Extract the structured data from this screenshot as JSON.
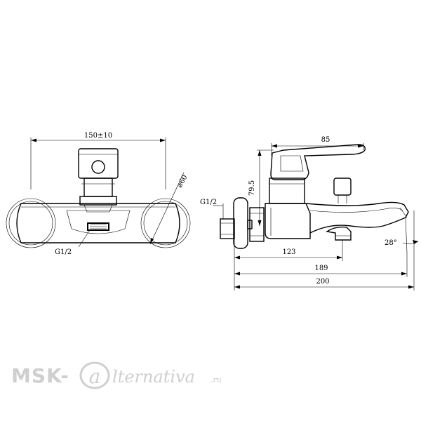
{
  "front_view": {
    "width_dim": "150±10",
    "diameter_dim": "⌀60",
    "thread_label": "G1/2"
  },
  "side_view": {
    "dim_handle": "85",
    "dim_height": "79.5",
    "dim_123": "123",
    "dim_189": "189",
    "dim_200": "200",
    "angle_dim": "28°",
    "thread_label": "G1/2"
  },
  "watermark": {
    "brand": "MSK-",
    "script": "lternativa",
    "suffix": ".ru"
  },
  "colors": {
    "line": "#000000",
    "watermark": "#cfcfcf"
  }
}
